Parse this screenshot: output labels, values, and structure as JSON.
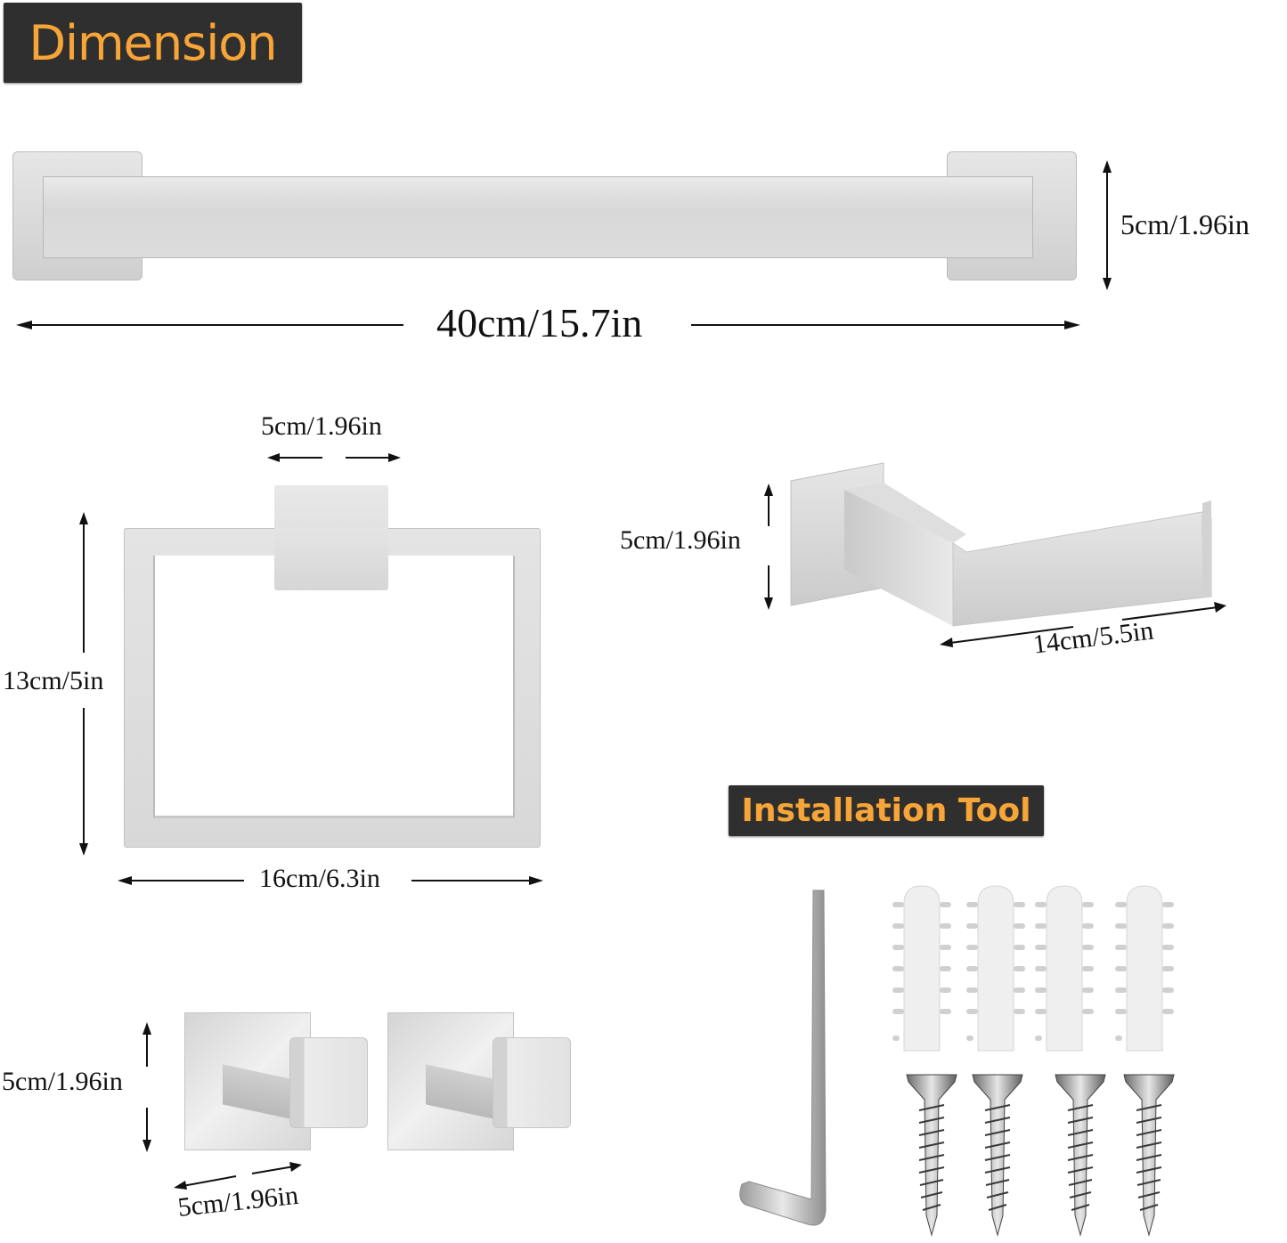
{
  "banners": {
    "dimension": "Dimension",
    "installation_tool": "Installation Tool"
  },
  "colors": {
    "banner_bg": "#2f2f2f",
    "banner_text": "#f5a53a",
    "metal": "#d6d6d6",
    "arrow": "#111111"
  },
  "towel_bar": {
    "length_label": "40cm/15.7in",
    "height_label": "5cm/1.96in"
  },
  "towel_ring": {
    "mount_width_label": "5cm/1.96in",
    "height_label": "13cm/5in",
    "width_label": "16cm/6.3in"
  },
  "toilet_paper_holder": {
    "height_label": "5cm/1.96in",
    "length_label": "14cm/5.5in"
  },
  "robe_hooks": {
    "count": 2,
    "height_label": "5cm/1.96in",
    "width_label": "5cm/1.96in"
  },
  "installation_tool": {
    "items": [
      {
        "name": "hex-key",
        "count": 1
      },
      {
        "name": "wall-anchor",
        "count": 4
      },
      {
        "name": "screw",
        "count": 4
      }
    ]
  }
}
